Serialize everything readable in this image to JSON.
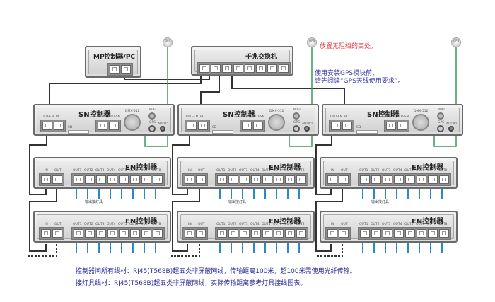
{
  "devices": {
    "mp_pc": {
      "title": "MP控制器/PC"
    },
    "switch": {
      "title": "千兆交换机"
    },
    "sn": {
      "title": "SN控制器",
      "port_labels": [
        "OUT-EN",
        "PC",
        "IN-SN",
        "OUT-SN"
      ],
      "sd_label": "SD",
      "dmx_label": "DMX-512",
      "wifi_label": "WIFI",
      "gps_label": "GPS",
      "audio_label": "AUDIO"
    },
    "en": {
      "title": "EN控制器",
      "in_label": "IN",
      "out_label": "OUT",
      "outputs": [
        "OUT1",
        "OUT2",
        "OUT3",
        "OUT4",
        "OUT5",
        "OUT6",
        "OUT7",
        "OUT8"
      ],
      "lamp_caption": "输出接灯具",
      "ellipsis": "…… ……"
    }
  },
  "gps": {
    "line1": "GPS",
    "line2": "模块"
  },
  "notes": {
    "placement": "放置无阻挡的高处。",
    "install_line1": "使用安装GPS模块前，",
    "install_line2": "请先阅读“GPS天线使用要求”。"
  },
  "footer": {
    "line1": "控制器间所有线材：RJ45(T568B)超五类非屏蔽网线，传输距离100米，超100米需使用光纤传输。",
    "line2": "接灯具线材：RJ45(T568B)超五类非屏蔽网线，实际传输距离参考灯具接线图表。"
  },
  "colors": {
    "gps_cable": "#3a9a5a",
    "lamp_cable": "#2a8ac8",
    "network_cable": "#333333",
    "red_note": "#e0303a",
    "blue_note": "#3a3aa0"
  }
}
